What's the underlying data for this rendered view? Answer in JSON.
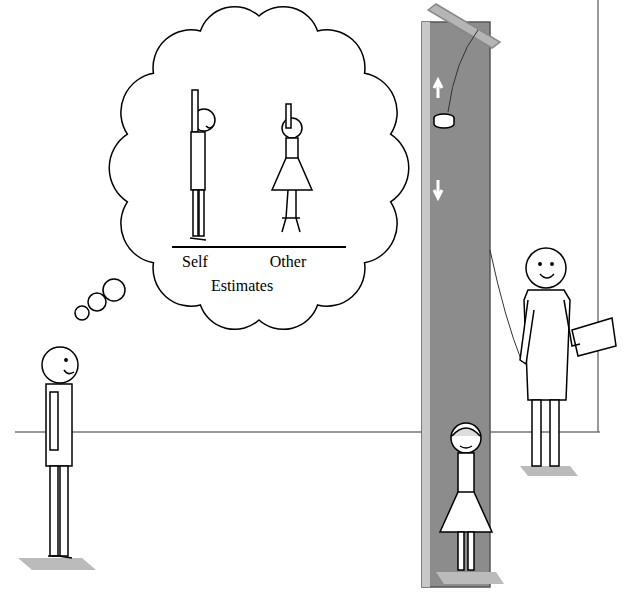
{
  "diagram": {
    "nodes": [
      {
        "text": [
          "Self",
          "Other",
          "Estimates"
        ]
      }
    ]
  }
}
